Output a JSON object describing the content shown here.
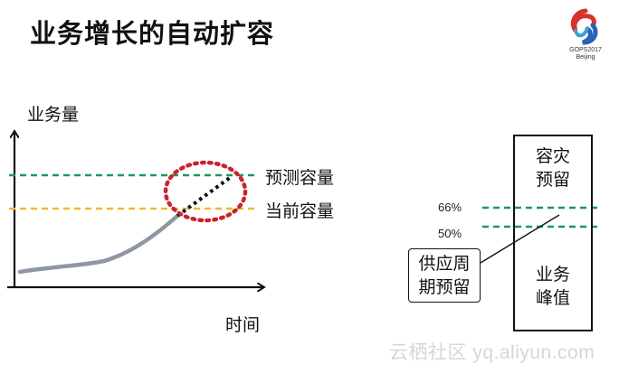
{
  "title": "业务增长的自动扩容",
  "logo": {
    "line1": "GOPS2017",
    "line2": "Beijing"
  },
  "left_chart": {
    "y_axis_label": "业务量",
    "x_axis_label": "时间",
    "forecast_capacity_label": "预测容量",
    "current_capacity_label": "当前容量"
  },
  "right_diagram": {
    "disaster_reserve_label": [
      "容灾",
      "预留"
    ],
    "business_peak_label": [
      "业务",
      "峰值"
    ],
    "supply_reserve_label": [
      "供应周",
      "期预留"
    ],
    "pct_66": "66%",
    "pct_50": "50%"
  },
  "watermark": "云栖社区 yq.aliyun.com",
  "colors": {
    "green_dashed": "#1a9a5b",
    "yellow_dashed": "#f2b92b",
    "growth_curve": "#8f97a4",
    "red_circle": "#c8242c"
  }
}
